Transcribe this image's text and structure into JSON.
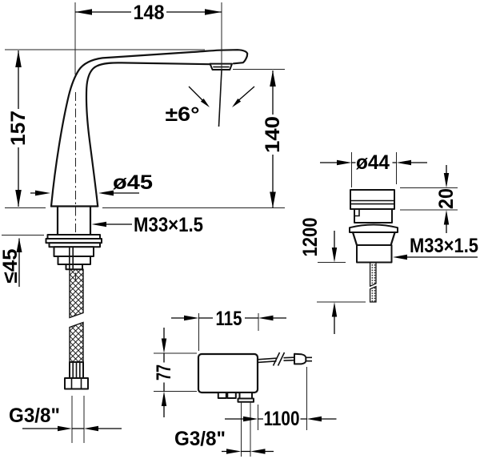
{
  "colors": {
    "ink": "#000000",
    "background": "#ffffff"
  },
  "faucet_view": {
    "reach": "148",
    "total_height": "157",
    "outlet_height": "140",
    "spray_angle": "±6°",
    "base_diameter": "ø45",
    "shank_thread": "M33×1.5",
    "max_deck_thickness": "≤45",
    "supply_connection": "G3/8\""
  },
  "valve_unit_view": {
    "diameter": "ø44",
    "handle_height": "20",
    "cable_length": "1200",
    "thread": "M33×1.5"
  },
  "control_box_view": {
    "width": "115",
    "height": "77",
    "cord_length": "1100",
    "outlet_connection": "G3/8\""
  }
}
